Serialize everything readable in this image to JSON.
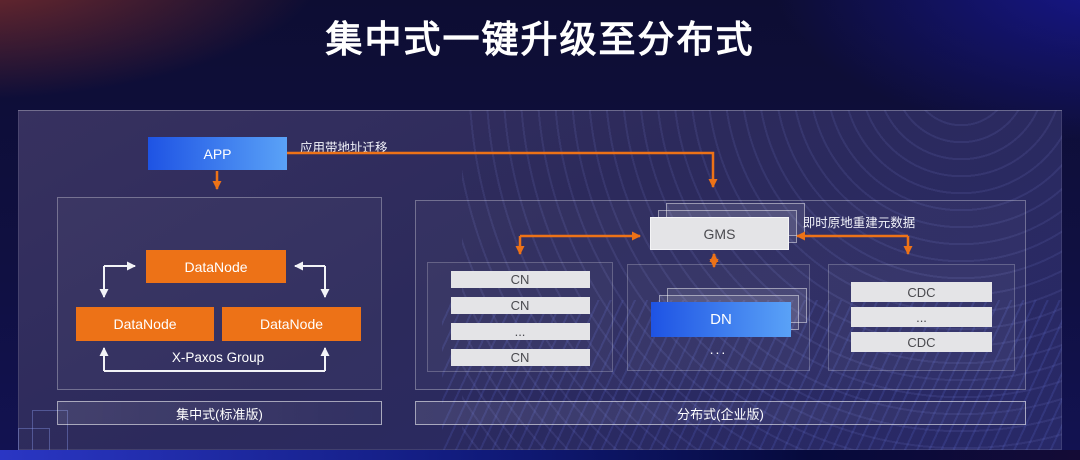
{
  "title": "集中式一键升级至分布式",
  "app": {
    "label": "APP"
  },
  "flow_labels": {
    "app_migration": "应用带地址迁移",
    "meta_rebuild": "即时原地重建元数据"
  },
  "centralized": {
    "caption": "集中式(标准版)",
    "datanode_top": "DataNode",
    "datanode_left": "DataNode",
    "datanode_right": "DataNode",
    "paxos_label": "X-Paxos Group"
  },
  "distributed": {
    "caption": "分布式(企业版)",
    "gms_label": "GMS",
    "cn_nodes": [
      "CN",
      "CN",
      "...",
      "CN"
    ],
    "dn_label": "DN",
    "dn_more": "...",
    "cdc_nodes": [
      "CDC",
      "...",
      "CDC"
    ]
  },
  "colors": {
    "accent_orange": "#ED7217",
    "node_blue_start": "#1E53E4",
    "node_blue_end": "#5AA2F7",
    "box_gray": "#E4E4E7",
    "background_navy": "#101042"
  }
}
